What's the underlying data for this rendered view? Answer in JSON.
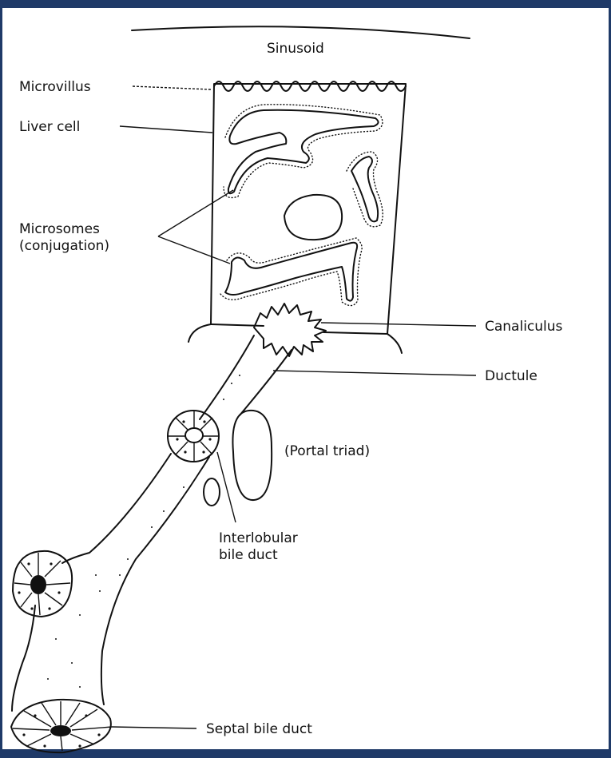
{
  "labels": {
    "sinusoid": "Sinusoid",
    "microvillus": "Microvillus",
    "liver_cell": "Liver cell",
    "microsomes_line1": "Microsomes",
    "microsomes_line2": "(conjugation)",
    "canaliculus": "Canaliculus",
    "ductule": "Ductule",
    "portal_triad": "(Portal triad)",
    "interlobular_line1": "Interlobular",
    "interlobular_line2": "bile duct",
    "septal_bile_duct": "Septal bile duct"
  },
  "colors": {
    "frame": "#1f3a68",
    "ink": "#111111",
    "background": "#ffffff"
  }
}
